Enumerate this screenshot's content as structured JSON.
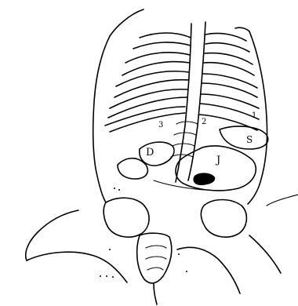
{
  "labels": {
    "d": "D",
    "j": "J",
    "s": "S",
    "n1": "1",
    "n2": "2",
    "n3": "3"
  },
  "colors": {
    "ink": "#000000",
    "background": "#ffffff"
  }
}
